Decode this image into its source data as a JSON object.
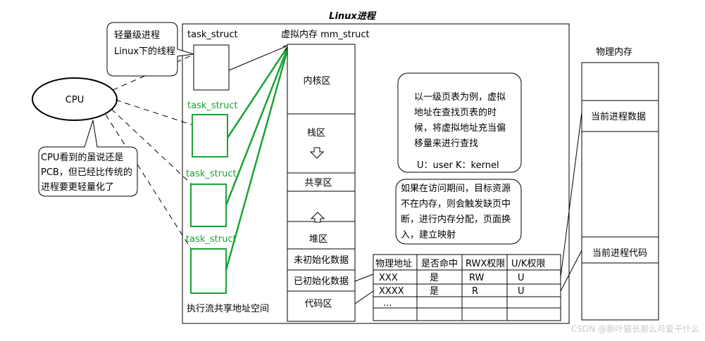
{
  "title": "Linux进程",
  "cpu": {
    "label": "CPU"
  },
  "bubble_top": {
    "lines": [
      "轻量级进程",
      "Linux下的线程"
    ]
  },
  "bubble_left": {
    "lines": [
      "CPU看到的虽说还是",
      "PCB，但已经比传统的",
      "进程要更轻量化了"
    ]
  },
  "task_structs": [
    "task_struct",
    "task_struct",
    "task_struct",
    "task_struct"
  ],
  "vm_title": "虚拟内存 mm_struct",
  "vm_regions": [
    "内核区",
    "栈区",
    "共享区",
    "堆区",
    "未初始化数据",
    "已初始化数据",
    "代码区"
  ],
  "shared_space_label": "执行流共享地址空间",
  "note_pagetable": {
    "lines": [
      "以一级页表为例，虚拟",
      "地址在查找页表的时",
      "候，将虚拟地址充当偏",
      "移量来进行查找",
      "U：user  K：kernel"
    ]
  },
  "note_pagefault": {
    "lines": [
      "如果在访问期间，目标资源",
      "不在内存，则会触发缺页中",
      "断，进行内存分配，页面换",
      "入，建立映射"
    ]
  },
  "page_table": {
    "headers": [
      "物理地址",
      "是否命中",
      "RWX权限",
      "U/K权限"
    ],
    "rows": [
      [
        "XXX",
        "是",
        "RW",
        "U"
      ],
      [
        "XXXX",
        "是",
        "R",
        "U"
      ],
      [
        "...",
        "",
        "",
        ""
      ]
    ]
  },
  "physical_memory": {
    "title": "物理内存",
    "blocks": [
      "当前进程数据",
      "当前进程代码"
    ]
  },
  "watermark": "CSDN @新叶猫长那么可爱干什么",
  "colors": {
    "green": "#1aa335",
    "black": "#000000"
  }
}
